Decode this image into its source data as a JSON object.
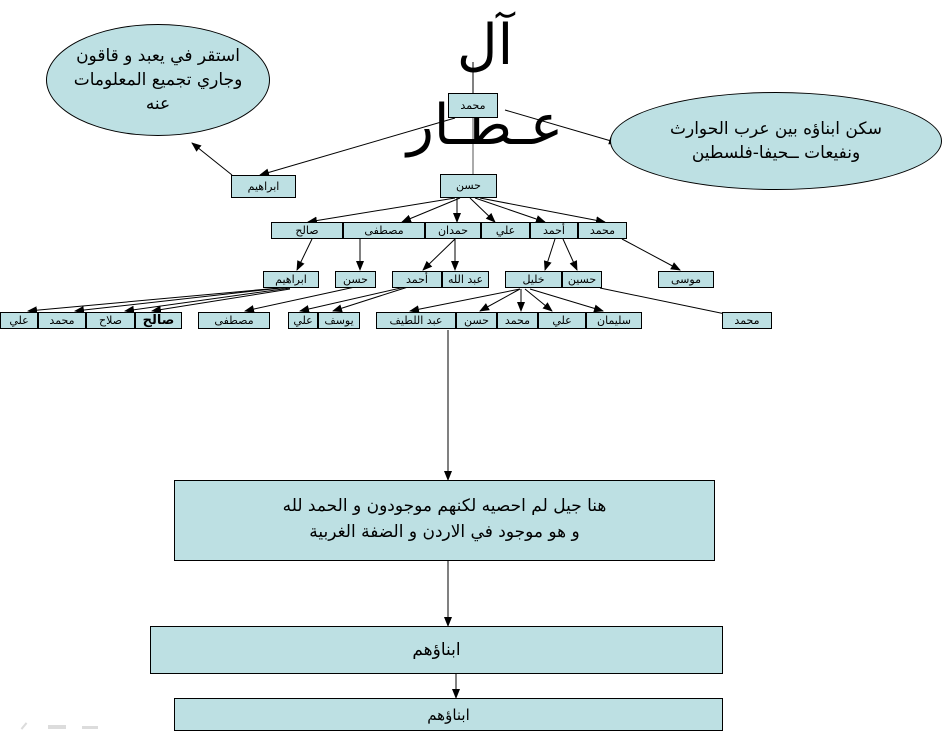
{
  "title": "آل عـطـار",
  "notes": {
    "left": [
      "استقر في يعبد و قاقون",
      "وجاري تجميع المعلومات",
      "عنه"
    ],
    "right": [
      "سكن ابناؤه بين عرب الحوارث",
      "ونفيعات ــحيفا-فلسطين"
    ]
  },
  "generation_1": {
    "root": "محمد"
  },
  "generation_2": {
    "ibrahim": "ابراهيم",
    "hasan": "حسن"
  },
  "generation_3": [
    "صالح",
    "مصطفى",
    "حمدان",
    "علي",
    "أحمد",
    "محمد"
  ],
  "generation_4": {
    "ibrahim": "ابراهيم",
    "hasan": "حسن",
    "ahmad": "أحمد",
    "abdullah": "عبد الله",
    "khalil": "خليل",
    "husayn": "حسين",
    "musa": "موسى"
  },
  "generation_5": {
    "ali_left": "علي",
    "muhammad_left": "محمد",
    "salah": "صلاح",
    "salih": "صالح",
    "mustafa": "مصطفى",
    "ali_mid": "علي",
    "yusuf": "يوسف",
    "abd_al_latif": "عبد اللطيف",
    "hasan": "حسن",
    "muhammad_mid": "محمد",
    "ali_right": "علي",
    "sulayman": "سليمان",
    "muhammad_right": "محمد"
  },
  "generation_note": [
    "هنا جيل لم احصيه لكنهم موجودون و الحمد لله",
    "و هو موجود في الاردن و الضفة الغربية"
  ],
  "descendants_1": "ابناؤهم",
  "descendants_2": "ابناؤهم",
  "colors": {
    "box_fill": "#bde0e3",
    "line": "#000000"
  },
  "toolbar_icons": [
    "pen-icon",
    "menu-icon",
    "arrow-icon"
  ]
}
